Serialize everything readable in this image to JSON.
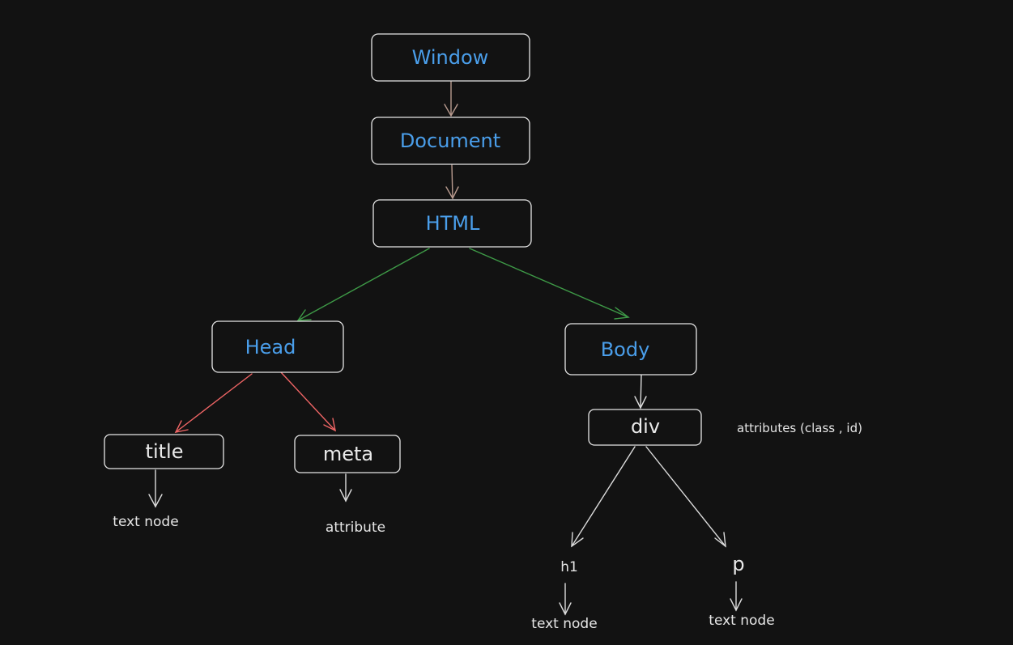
{
  "nodes": {
    "window": "Window",
    "document": "Document",
    "html": "HTML",
    "head": "Head",
    "body": "Body",
    "title": "title",
    "meta": "meta",
    "div": "div"
  },
  "labels": {
    "title_text_node": "text node",
    "meta_attribute": "attribute",
    "div_attributes": "attributes (class , id)",
    "h1": "h1",
    "p": "p",
    "h1_text_node": "text node",
    "p_text_node": "text node"
  },
  "colors": {
    "background": "#121212",
    "node_text_blue": "#4a9eea",
    "edge_brown": "#b99b8f",
    "edge_green": "#3e9a47",
    "edge_red": "#ef6565",
    "edge_white": "#dcdcdc"
  }
}
